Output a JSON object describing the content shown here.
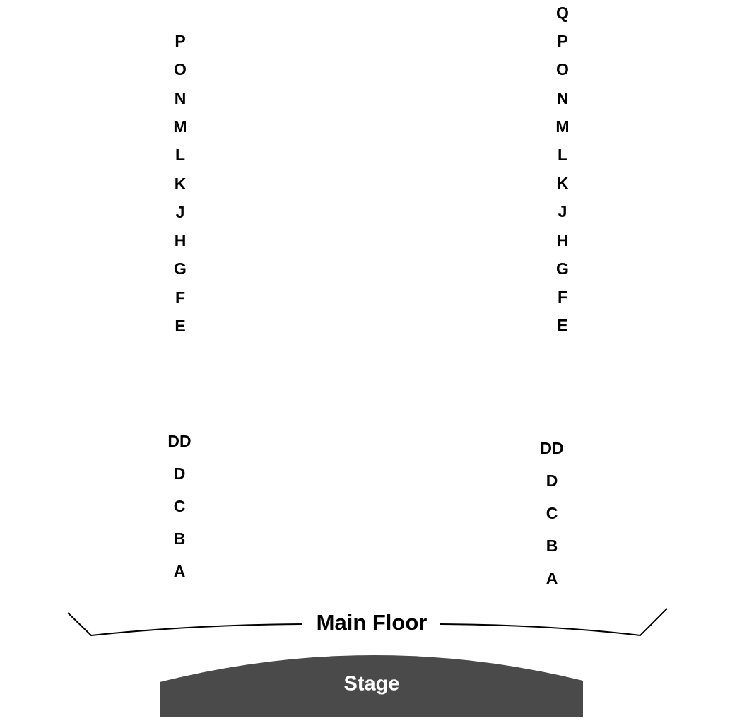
{
  "upper_left_rows": [
    "P",
    "O",
    "N",
    "M",
    "L",
    "K",
    "J",
    "H",
    "G",
    "F",
    "E"
  ],
  "upper_right_rows": [
    "Q",
    "P",
    "O",
    "N",
    "M",
    "L",
    "K",
    "J",
    "H",
    "G",
    "F",
    "E"
  ],
  "lower_left_rows": [
    "DD",
    "D",
    "C",
    "B",
    "A"
  ],
  "lower_right_rows": [
    "DD",
    "D",
    "C",
    "B",
    "A"
  ],
  "section_label": "Main Floor",
  "stage_label": "Stage",
  "colors": {
    "text": "#000000",
    "stage_fill": "#4a4a4a",
    "stage_text": "#ffffff",
    "line": "#000000"
  }
}
